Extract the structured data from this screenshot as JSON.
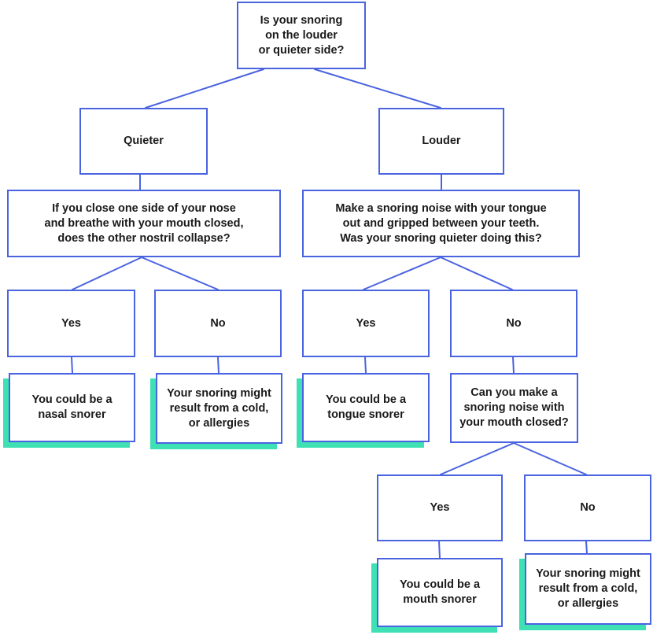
{
  "diagram": {
    "colors": {
      "border": "#4a63e0",
      "result_shadow": "#3ee0b4"
    },
    "nodes": {
      "root": "Is your snoring\non the louder\nor quieter side?",
      "quieter": "Quieter",
      "louder": "Louder",
      "nose_question": "If you close one side of your nose\nand breathe with your mouth closed,\ndoes the other nostril collapse?",
      "tongue_question": "Make a snoring noise with your tongue\nout and gripped between your teeth.\nWas your snoring quieter doing this?",
      "q_yes": "Yes",
      "q_no": "No",
      "l_yes": "Yes",
      "l_no": "No",
      "nasal_result": "You could be a\nnasal snorer",
      "cold_result_1": "Your snoring might\nresult from a cold,\nor allergies",
      "tongue_result": "You could be a\ntongue snorer",
      "mouth_question": "Can you make a\nsnoring noise with\nyour mouth closed?",
      "m_yes": "Yes",
      "m_no": "No",
      "mouth_result": "You could be a\nmouth snorer",
      "cold_result_2": "Your snoring might\nresult from a cold,\nor allergies"
    }
  }
}
